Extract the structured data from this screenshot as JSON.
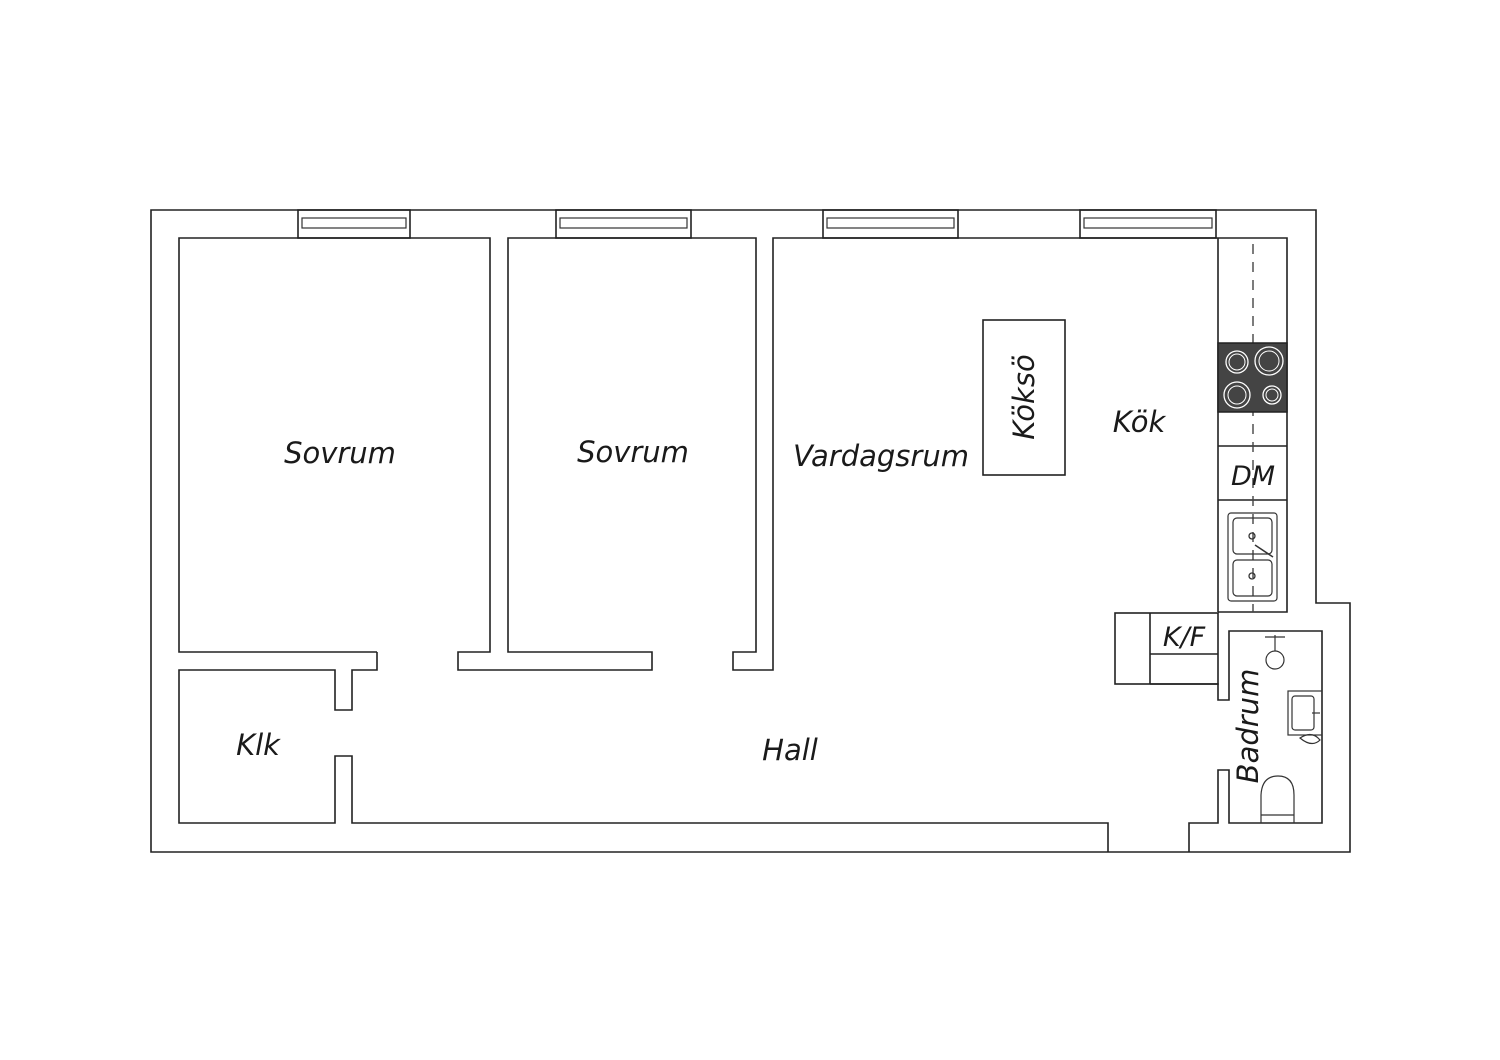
{
  "rooms": {
    "sovrum_1": "Sovrum",
    "sovrum_2": "Sovrum",
    "vardagsrum": "Vardagsrum",
    "kok": "Kök",
    "kokso": "Köksö",
    "dm": "DM",
    "kf": "K/F",
    "klk": "Klk",
    "hall": "Hall",
    "badrum": "Badrum"
  },
  "colors": {
    "line": "#222222",
    "stove": "#444444",
    "background": "#ffffff"
  }
}
